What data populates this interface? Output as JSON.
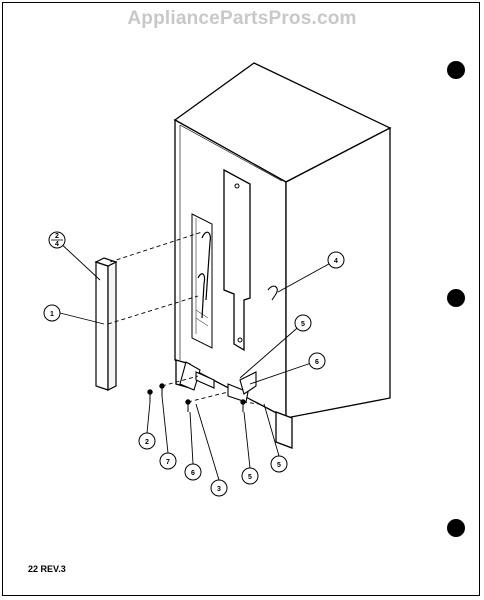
{
  "watermark": "AppliancePartsPros.com",
  "footer": "22 REV.3",
  "callouts": [
    {
      "label": "1"
    },
    {
      "label": "2"
    },
    {
      "label": "7"
    },
    {
      "label": "6"
    },
    {
      "label": "3"
    },
    {
      "label": "5"
    },
    {
      "label": "5"
    },
    {
      "label": "4"
    },
    {
      "label": "5"
    },
    {
      "label": "6"
    }
  ],
  "fraction_callout": {
    "numerator": "2",
    "denominator": "4"
  },
  "colors": {
    "ink": "#000000",
    "watermark": "#c8c8c8",
    "background": "#ffffff"
  },
  "binder_holes": 3
}
